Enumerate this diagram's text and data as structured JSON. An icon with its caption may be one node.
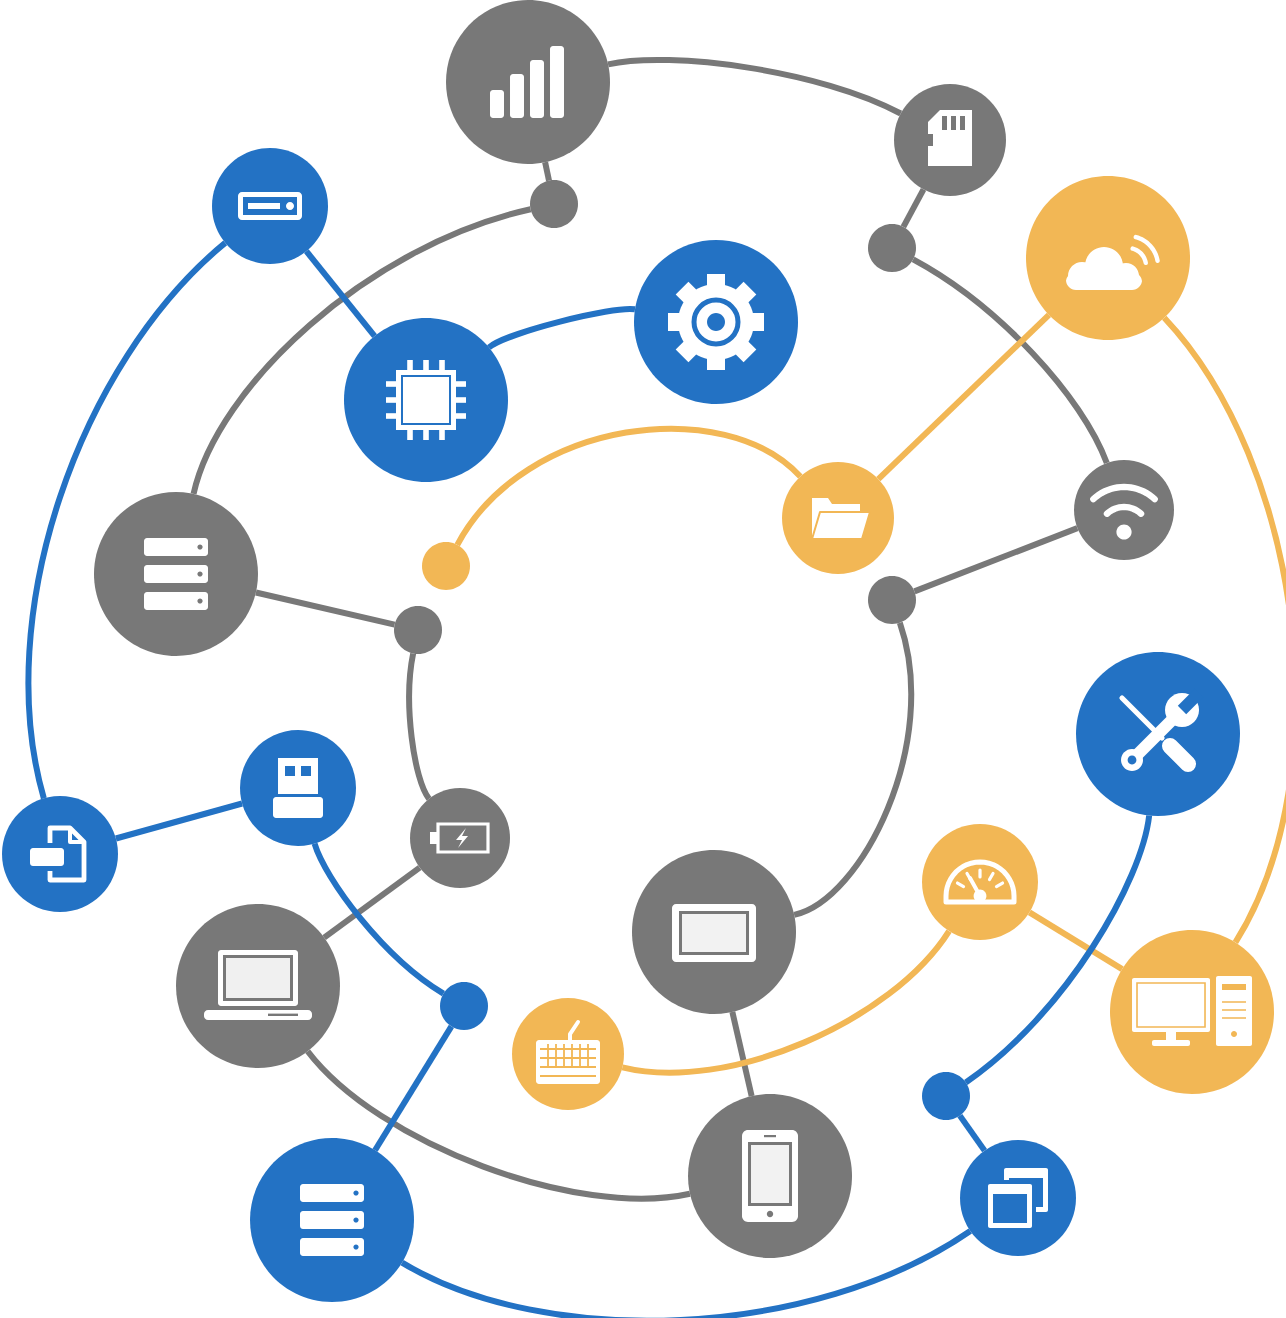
{
  "diagram": {
    "nodes": [
      {
        "text": [],
        "shape": "circle"
      },
      {
        "text": [],
        "shape": "circle"
      },
      {
        "text": [],
        "shape": "circle"
      },
      {
        "text": [],
        "shape": "circle"
      },
      {
        "text": [],
        "shape": "circle"
      },
      {
        "text": [],
        "shape": "circle"
      },
      {
        "text": [],
        "shape": "circle"
      },
      {
        "text": [],
        "shape": "circle"
      },
      {
        "text": [],
        "shape": "circle"
      },
      {
        "text": [],
        "shape": "circle"
      },
      {
        "text": [],
        "shape": "circle"
      },
      {
        "text": [],
        "shape": "circle"
      },
      {
        "text": [],
        "shape": "circle"
      },
      {
        "text": [],
        "shape": "circle"
      },
      {
        "text": [],
        "shape": "circle"
      },
      {
        "text": [],
        "shape": "circle"
      },
      {
        "text": [],
        "shape": "circle"
      },
      {
        "text": [],
        "shape": "circle"
      },
      {
        "text": [],
        "shape": "circle"
      },
      {
        "text": [],
        "shape": "circle"
      },
      {
        "text": [],
        "shape": "circle"
      },
      {
        "text": [],
        "shape": "circle"
      },
      {
        "text": [],
        "shape": "circle"
      },
      {
        "text": [],
        "shape": "circle"
      },
      {
        "text": [],
        "shape": "circle"
      },
      {
        "text": [],
        "shape": "circle"
      },
      {
        "text": [],
        "shape": "circle"
      },
      {
        "text": [],
        "shape": "circle"
      }
    ],
    "edges": [
      {
        "from": 2,
        "to": 0,
        "arrow": "none"
      },
      {
        "from": 0,
        "to": 1,
        "arrow": "none"
      },
      {
        "from": 1,
        "to": 4,
        "arrow": "none"
      },
      {
        "from": 4,
        "to": 9,
        "arrow": "none"
      },
      {
        "from": 9,
        "to": 13,
        "arrow": "none"
      },
      {
        "from": 13,
        "to": 19,
        "arrow": "none"
      },
      {
        "from": 19,
        "to": 25,
        "arrow": "none"
      },
      {
        "from": 2,
        "to": 10,
        "arrow": "none"
      },
      {
        "from": 10,
        "to": 12,
        "arrow": "none"
      },
      {
        "from": 12,
        "to": 17,
        "arrow": "none"
      },
      {
        "from": 17,
        "to": 20,
        "arrow": "none"
      },
      {
        "from": 20,
        "to": 25,
        "arrow": "none"
      },
      {
        "from": 11,
        "to": 8,
        "arrow": "none",
        "color": "#f2b755"
      },
      {
        "from": 8,
        "to": 5,
        "arrow": "none",
        "color": "#f2b755"
      },
      {
        "from": 5,
        "to": 22,
        "arrow": "none",
        "color": "#f2b755"
      },
      {
        "from": 22,
        "to": 18,
        "arrow": "none",
        "color": "#f2b755"
      },
      {
        "from": 18,
        "to": 23,
        "arrow": "none",
        "color": "#f2b755"
      },
      {
        "from": 3,
        "to": 7,
        "arrow": "none",
        "color": "#2372c4"
      },
      {
        "from": 7,
        "to": 6,
        "arrow": "none",
        "color": "#2372c4"
      },
      {
        "from": 3,
        "to": 16,
        "arrow": "none",
        "color": "#2372c4"
      },
      {
        "from": 16,
        "to": 15,
        "arrow": "none",
        "color": "#2372c4"
      },
      {
        "from": 15,
        "to": 21,
        "arrow": "none",
        "color": "#2372c4"
      },
      {
        "from": 21,
        "to": 27,
        "arrow": "none",
        "color": "#2372c4"
      },
      {
        "from": 27,
        "to": 26,
        "arrow": "none",
        "color": "#2372c4"
      },
      {
        "from": 26,
        "to": 24,
        "arrow": "none",
        "color": "#2372c4"
      },
      {
        "from": 24,
        "to": 14,
        "arrow": "none",
        "color": "#2372c4"
      }
    ]
  }
}
